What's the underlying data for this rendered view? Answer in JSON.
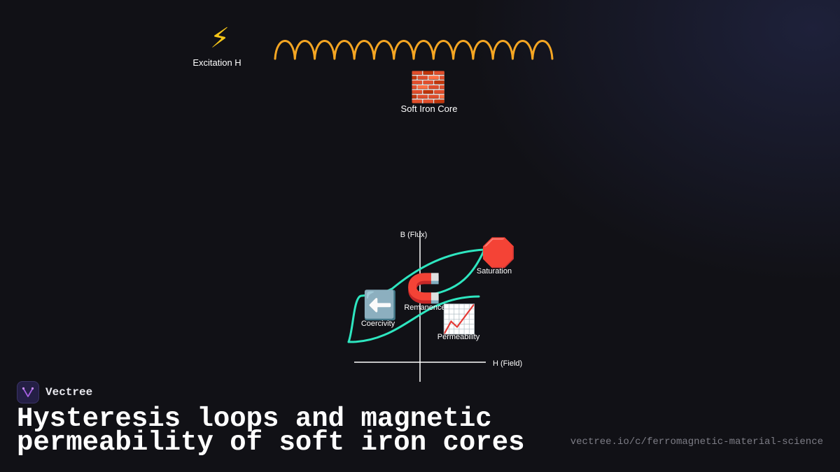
{
  "diagram": {
    "excitation": {
      "icon": "⚡",
      "icon_name": "lightning-icon",
      "label": "Excitation H"
    },
    "core": {
      "icon": "🧱",
      "icon_name": "brick-icon",
      "label": "Soft Iron Core"
    },
    "axes": {
      "y_label": "B (Flux)",
      "x_label": "H (Field)"
    },
    "markers": {
      "saturation": {
        "icon": "🛑",
        "icon_name": "stop-sign-icon",
        "label": "Saturation"
      },
      "remanence": {
        "icon": "🧲",
        "icon_name": "magnet-icon",
        "label": "Remanence"
      },
      "coercivity": {
        "icon": "⬅️",
        "icon_name": "left-arrow-icon",
        "label": "Coercivity"
      },
      "permeability": {
        "icon": "📈",
        "icon_name": "chart-increasing-icon",
        "label": "Permeability"
      }
    },
    "colors": {
      "coil": "#f5a623",
      "loop": "#2ee6c0",
      "axis": "#ffffff"
    }
  },
  "brand": {
    "name": "Vectree",
    "logo_color": "#241f45"
  },
  "title": "Hysteresis loops and magnetic permeability of soft iron cores",
  "url": "vectree.io/c/ferromagnetic-material-science"
}
